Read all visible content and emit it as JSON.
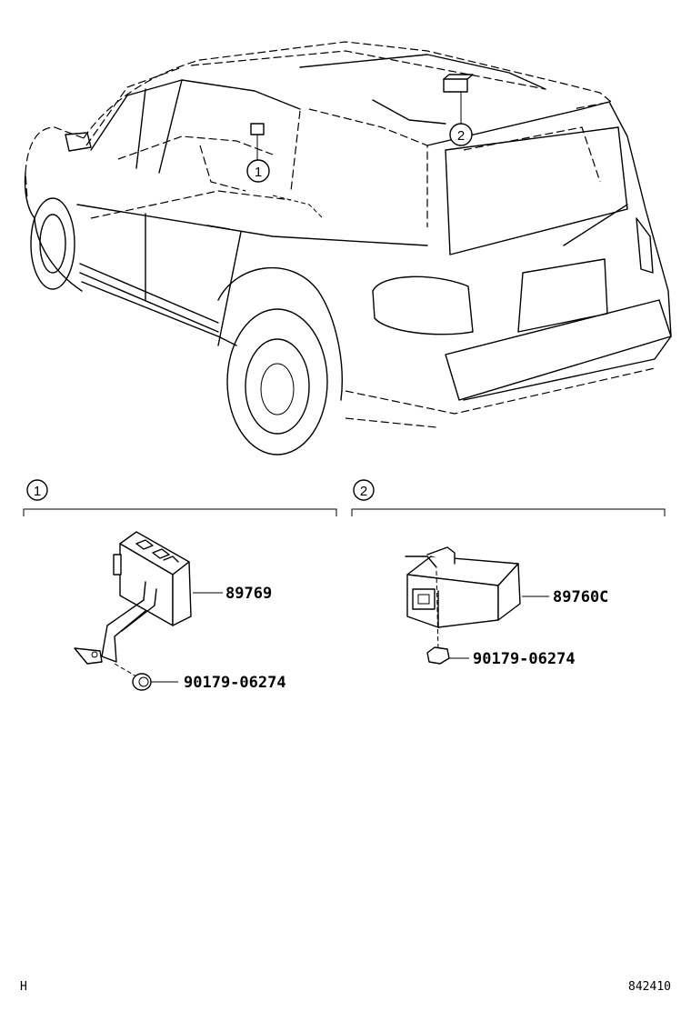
{
  "callouts": {
    "one": "1",
    "two": "2"
  },
  "sections": [
    {
      "callout": "1",
      "parts": [
        {
          "number": "89769"
        },
        {
          "number": "90179-06274"
        }
      ]
    },
    {
      "callout": "2",
      "parts": [
        {
          "number": "89760C"
        },
        {
          "number": "90179-06274"
        }
      ]
    }
  ],
  "footer": {
    "left_code": "H",
    "right_code": "842410"
  },
  "icons": [
    "vehicle-illustration",
    "computer-module-icon",
    "bracket-icon",
    "clip-icon",
    "receiver-module-icon"
  ]
}
